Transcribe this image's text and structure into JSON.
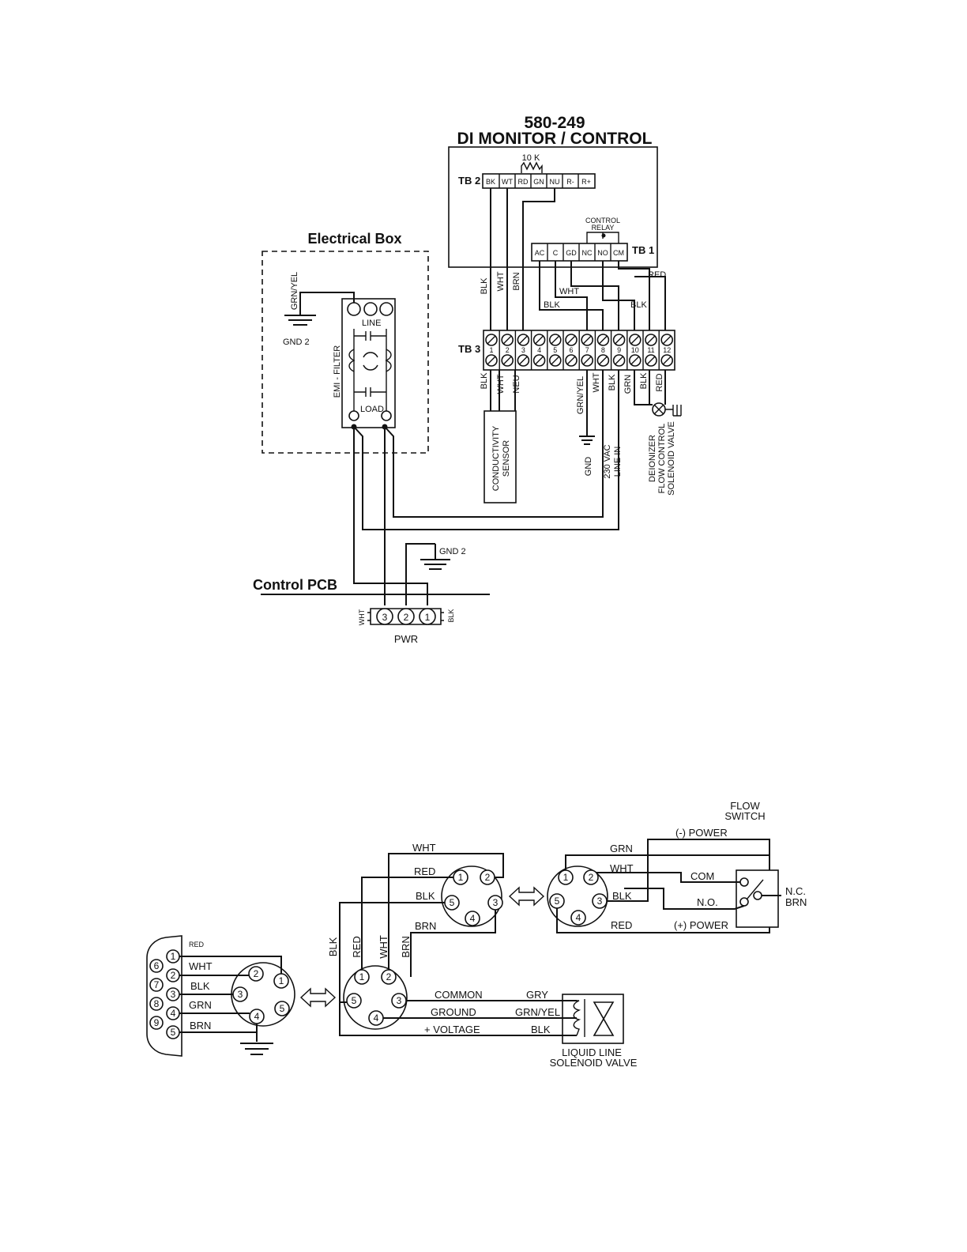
{
  "top_diagram": {
    "part_number": "580-249",
    "title": "DI MONITOR / CONTROL",
    "resistor_label": "10 K",
    "tb2": {
      "label": "TB 2",
      "terminals": [
        "BK",
        "WT",
        "RD",
        "GN",
        "NU",
        "R-",
        "R+"
      ]
    },
    "relay_label_line1": "CONTROL",
    "relay_label_line2": "RELAY",
    "tb1": {
      "label": "TB 1",
      "terminals": [
        "AC",
        "C",
        "GD",
        "NC",
        "NO",
        "CM"
      ]
    },
    "tb3": {
      "label": "TB 3",
      "terminals": [
        "1",
        "2",
        "3",
        "4",
        "5",
        "6",
        "7",
        "8",
        "9",
        "10",
        "11",
        "12"
      ]
    },
    "wire_red": "RED",
    "wire_wht_mid": "WHT",
    "wire_blk_left": "BLK",
    "wire_blk_right": "BLK",
    "wires_upper_left": [
      "BLK",
      "WHT",
      "BRN"
    ],
    "wires_lower_left": [
      "BLK",
      "WHT",
      "NEU"
    ],
    "wires_lower_right": [
      "GRN/YEL",
      "WHT",
      "BLK",
      "GRN",
      "BLK",
      "RED"
    ],
    "conductivity_line1": "CONDUCTIVITY",
    "conductivity_line2": "SENSOR",
    "gnd_label": "GND",
    "line_in_line1": "230 VAC",
    "line_in_line2": "LINE IN",
    "valve_line1": "DEIONIZER",
    "valve_line2": "FLOW CONTROL",
    "valve_line3": "SOLENOID VALVE",
    "electrical_box": "Electrical Box",
    "grn_yel": "GRN/YEL",
    "gnd2_a": "GND 2",
    "emi_filter": "EMI - FILTER",
    "line": "LINE",
    "load": "LOAD",
    "gnd2_b": "GND 2",
    "control_pcb": "Control PCB",
    "pwr_wht": "WHT",
    "pwr_blk": "BLK",
    "pwr_pins": [
      "3",
      "2",
      "1"
    ],
    "pwr": "PWR"
  },
  "bottom_diagram": {
    "flow_switch_line1": "FLOW",
    "flow_switch_line2": "SWITCH",
    "neg_power": "(-) POWER",
    "pos_power": "(+) POWER",
    "com": "COM",
    "no": "N.O.",
    "nc": "N.C.",
    "brn_right": "BRN",
    "a_wht": "WHT",
    "a_red": "RED",
    "a_blk": "BLK",
    "a_brn": "BRN",
    "a_pins": [
      "1",
      "2",
      "3",
      "4",
      "5"
    ],
    "b_grn": "GRN",
    "b_wht": "WHT",
    "b_blk": "BLK",
    "b_red": "RED",
    "b_pins": [
      "1",
      "2",
      "3",
      "4",
      "5"
    ],
    "db9_red": "RED",
    "db9_wht": "WHT",
    "db9_blk": "BLK",
    "db9_grn": "GRN",
    "db9_brn": "BRN",
    "db9_pins": [
      "1",
      "2",
      "3",
      "4",
      "5",
      "6",
      "7",
      "8",
      "9"
    ],
    "c_pins": [
      "1",
      "2",
      "3",
      "4",
      "5"
    ],
    "v_blk": "BLK",
    "v_red": "RED",
    "v_wht": "WHT",
    "v_brn": "BRN",
    "d_pins": [
      "1",
      "2",
      "3",
      "4",
      "5"
    ],
    "common": "COMMON",
    "ground": "GROUND",
    "voltage": "+ VOLTAGE",
    "gry": "GRY",
    "grn_yel": "GRN/YEL",
    "blk_valve": "BLK",
    "valve_line1": "LIQUID LINE",
    "valve_line2": "SOLENOID VALVE"
  }
}
